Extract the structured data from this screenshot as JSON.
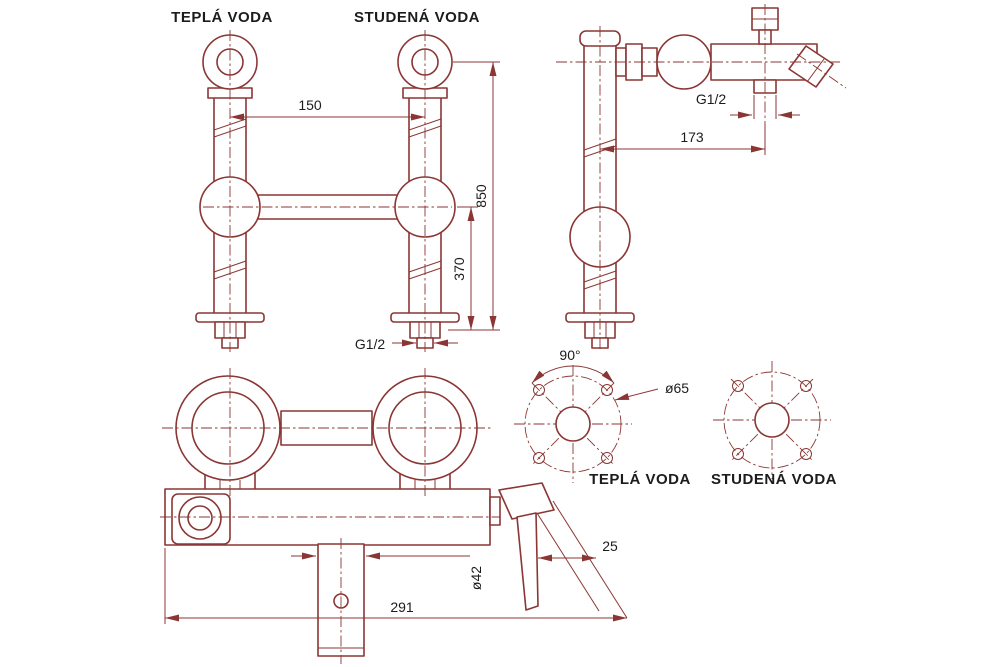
{
  "colors": {
    "line": "#8a3634",
    "text": "#1c1c1c",
    "background": "#ffffff"
  },
  "front_view": {
    "label_hot": "TEPLÁ VODA",
    "label_cold": "STUDENÁ VODA",
    "dim_spacing": "150",
    "dim_height_total": "850",
    "dim_height_sphere": "370",
    "dim_thread": "G1/2"
  },
  "side_view": {
    "dim_thread": "G1/2",
    "dim_reach": "173"
  },
  "body_view": {
    "dim_spout_diameter": "ø42",
    "dim_handle_offset": "25",
    "dim_width": "291"
  },
  "mounting_view": {
    "dim_angle": "90°",
    "dim_bolt_circle": "ø65",
    "label_hot": "TEPLÁ VODA",
    "label_cold": "STUDENÁ VODA"
  }
}
